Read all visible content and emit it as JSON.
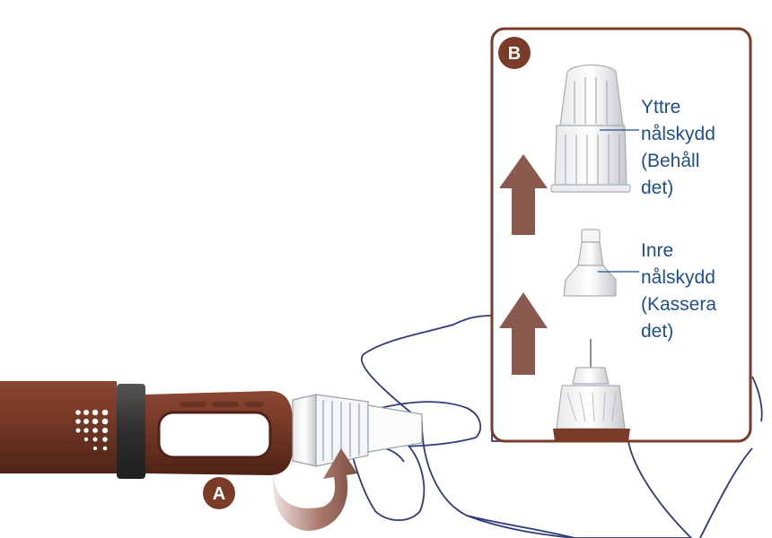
{
  "figure": {
    "badge_a": "A",
    "badge_b": "B",
    "outer_cap_label": {
      "lines": [
        "Yttre",
        "nålskydd",
        "(Behåll",
        "det)"
      ]
    },
    "inner_cap_label": {
      "lines": [
        "Inre",
        "nålskydd",
        "(Kassera",
        "det)"
      ]
    },
    "colors": {
      "pen_body": "#7a3b28",
      "pen_body_dark": "#5b2a1b",
      "pen_band": "#3b3b3b",
      "arrow": "#8a5a4e",
      "panel_border": "#7a3b28",
      "hand_outline": "#2f3a78",
      "label_text": "#1f4e8c",
      "plastic": "#c9ccd0"
    },
    "icons": [
      "curved-rotate-arrow-icon",
      "up-arrow-icon"
    ]
  }
}
